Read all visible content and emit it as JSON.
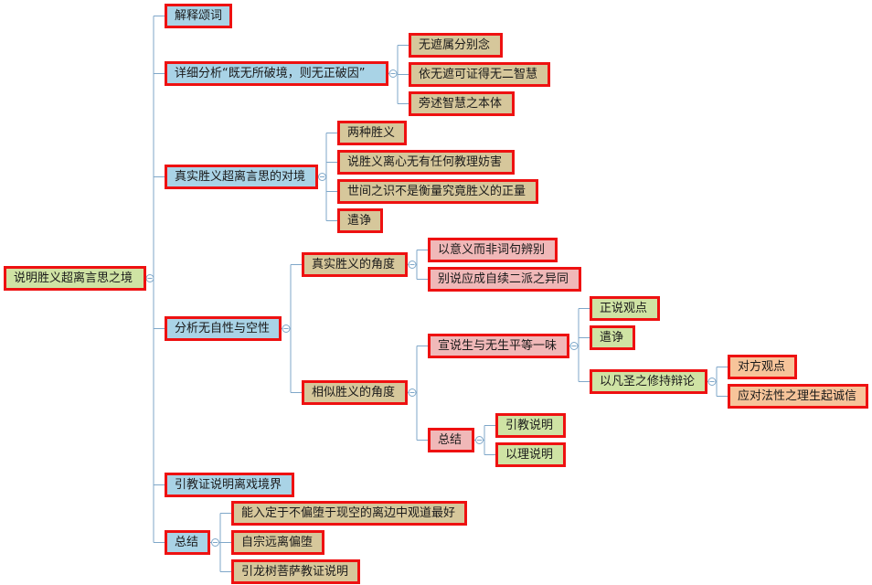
{
  "colors": {
    "border": "#ee1111",
    "connector": "#7fa7c9",
    "root": "#cfe3a4",
    "level1": "#a9d3e6",
    "tan": "#d6c79b",
    "pink": "#f0b8b8",
    "green": "#cfe3a4",
    "orange": "#f7c49a"
  },
  "mindmap": {
    "root": {
      "id": "root",
      "label": "说明胜义超离言思之境"
    },
    "nodes": [
      {
        "id": "n1",
        "parent": "root",
        "label": "解释颂词"
      },
      {
        "id": "n2",
        "parent": "root",
        "label": "详细分析“既无所破境，则无正破因”"
      },
      {
        "id": "n2a",
        "parent": "n2",
        "label": "无遮属分别念"
      },
      {
        "id": "n2b",
        "parent": "n2",
        "label": "依无遮可证得无二智慧"
      },
      {
        "id": "n2c",
        "parent": "n2",
        "label": "旁述智慧之本体"
      },
      {
        "id": "n3",
        "parent": "root",
        "label": "真实胜义超离言思的对境"
      },
      {
        "id": "n3a",
        "parent": "n3",
        "label": "两种胜义"
      },
      {
        "id": "n3b",
        "parent": "n3",
        "label": "说胜义离心无有任何教理妨害"
      },
      {
        "id": "n3c",
        "parent": "n3",
        "label": "世间之识不是衡量究竟胜义的正量"
      },
      {
        "id": "n3d",
        "parent": "n3",
        "label": "遣诤"
      },
      {
        "id": "n4",
        "parent": "root",
        "label": "分析无自性与空性"
      },
      {
        "id": "n4a",
        "parent": "n4",
        "label": "真实胜义的角度"
      },
      {
        "id": "n4a1",
        "parent": "n4a",
        "label": "以意义而非词句辨别"
      },
      {
        "id": "n4a2",
        "parent": "n4a",
        "label": "别说应成自续二派之异同"
      },
      {
        "id": "n4b",
        "parent": "n4",
        "label": "相似胜义的角度"
      },
      {
        "id": "n4b1",
        "parent": "n4b",
        "label": "宣说生与无生平等一味"
      },
      {
        "id": "n4b1a",
        "parent": "n4b1",
        "label": "正说观点"
      },
      {
        "id": "n4b1b",
        "parent": "n4b1",
        "label": "遣诤"
      },
      {
        "id": "n4b1c",
        "parent": "n4b1",
        "label": "以凡圣之修持辩论"
      },
      {
        "id": "n4b1c1",
        "parent": "n4b1c",
        "label": "对方观点"
      },
      {
        "id": "n4b1c2",
        "parent": "n4b1c",
        "label": "应对法性之理生起诚信"
      },
      {
        "id": "n4b2",
        "parent": "n4b",
        "label": "总结"
      },
      {
        "id": "n4b2a",
        "parent": "n4b2",
        "label": "引教说明"
      },
      {
        "id": "n4b2b",
        "parent": "n4b2",
        "label": "以理说明"
      },
      {
        "id": "n5",
        "parent": "root",
        "label": "引教证说明离戏境界"
      },
      {
        "id": "n6",
        "parent": "root",
        "label": "总结"
      },
      {
        "id": "n6a",
        "parent": "n6",
        "label": "能入定于不偏堕于现空的离边中观道最好"
      },
      {
        "id": "n6b",
        "parent": "n6",
        "label": "自宗远离偏堕"
      },
      {
        "id": "n6c",
        "parent": "n6",
        "label": "引龙树菩萨教证说明"
      }
    ]
  }
}
